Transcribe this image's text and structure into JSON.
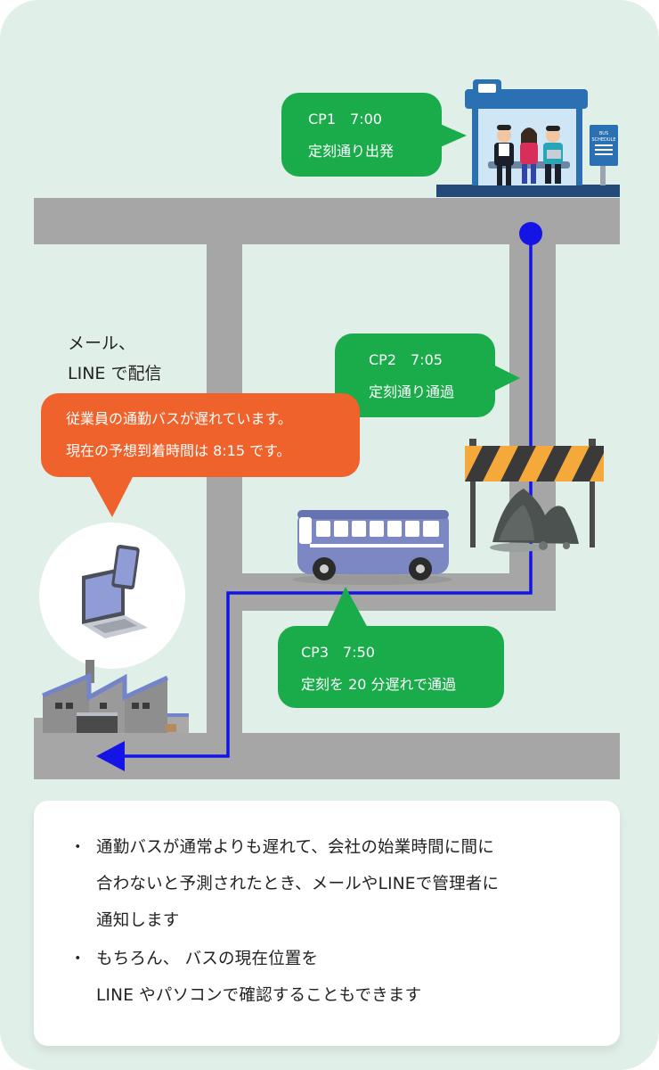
{
  "checkpoints": {
    "cp1": {
      "title": "CP1　7:00",
      "status": "定刻通り出発"
    },
    "cp2": {
      "title": "CP2　7:05",
      "status": "定刻通り通過"
    },
    "cp3": {
      "title": "CP3　7:50",
      "status": "定刻を 20 分遅れで通過"
    }
  },
  "notification": {
    "channel_line1": "メール、",
    "channel_line2": "LINE で配信",
    "message_line1": "従業員の通勤バスが遅れています。",
    "message_line2": "現在の予想到着時間は 8:15 です。"
  },
  "bus_stop_sign": {
    "line1": "BUS",
    "line2": "SCHEDULE"
  },
  "notes": [
    {
      "bullet": "・",
      "lines": [
        "通勤バスが通常よりも遅れて、会社の始業時間に間に",
        "合わないと予測されたとき、メールやLINEで管理者に",
        "通知します"
      ]
    },
    {
      "bullet": "・",
      "lines": [
        "もちろん、 バスの現在位置を",
        "LINE やパソコンで確認することもできます"
      ]
    }
  ],
  "colors": {
    "background": "#e1efe9",
    "road": "#a6a6a6",
    "route": "#1414e6",
    "checkpoint_bubble": "#1aab4a",
    "alert_bubble": "#f0622b",
    "bus": "#7b88c3"
  }
}
